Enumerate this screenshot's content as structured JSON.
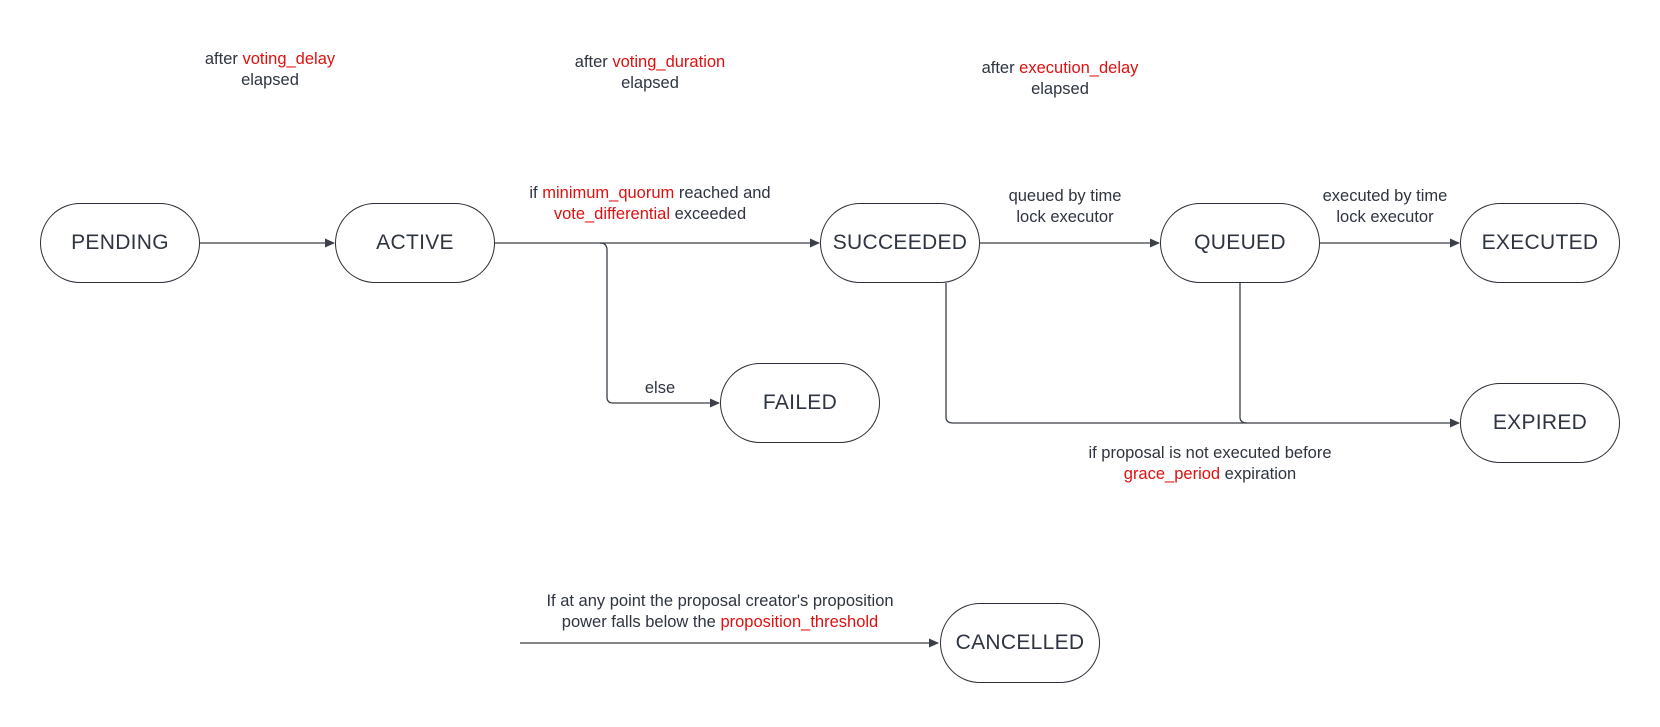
{
  "states": {
    "pending": "PENDING",
    "active": "ACTIVE",
    "succeeded": "SUCCEEDED",
    "queued": "QUEUED",
    "executed": "EXECUTED",
    "failed": "FAILED",
    "expired": "EXPIRED",
    "cancelled": "CANCELLED"
  },
  "labels": {
    "voting_delay": {
      "prefix": "after ",
      "param": "voting_delay",
      "line2": "elapsed"
    },
    "voting_duration": {
      "prefix": "after ",
      "param": "voting_duration",
      "line2": "elapsed"
    },
    "execution_delay": {
      "prefix": "after ",
      "param": "execution_delay",
      "line2": "elapsed"
    },
    "quorum": {
      "prefix": "if ",
      "param": "minimum_quorum",
      "suffix": " reached and",
      "param2": "vote_differential",
      "suffix2": " exceeded"
    },
    "queued_by": {
      "line1": "queued by time",
      "line2": "lock executor"
    },
    "executed_by": {
      "line1": "executed by time",
      "line2": "lock executor"
    },
    "else": "else",
    "grace": {
      "line1": "if proposal is not executed before",
      "param": "grace_period",
      "suffix": " expiration"
    },
    "cancel": {
      "line1": "If at any point the proposal creator's proposition",
      "prefix2": "power falls below the ",
      "param": "proposition_threshold"
    }
  },
  "colors": {
    "line": "#3a3f48",
    "highlight": "#e01010",
    "text": "#2e3440"
  }
}
